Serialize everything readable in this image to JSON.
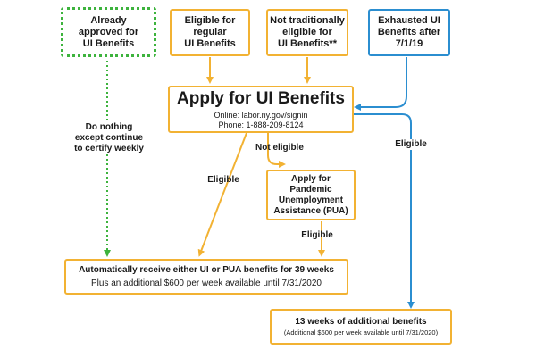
{
  "boxes": {
    "already_approved": "Already\napproved for\nUI Benefits",
    "eligible_regular": "Eligible for\nregular\nUI Benefits",
    "not_traditionally": "Not traditionally\neligible for\nUI Benefits**",
    "exhausted": "Exhausted UI\nBenefits after\n7/1/19",
    "apply": {
      "title": "Apply for UI Benefits",
      "online": "Online: labor.ny.gov/signin",
      "phone": "Phone: 1-888-209-8124"
    },
    "pua": "Apply for\nPandemic\nUnemployment\nAssistance (PUA)",
    "auto_receive": {
      "main": "Automatically receive either UI or PUA benefits for 39 weeks",
      "sub": "Plus an additional $600 per week available until 7/31/2020"
    },
    "additional": {
      "main": "13 weeks of additional benefits",
      "sub": "(Additional $600 per week available until 7/31/2020)"
    }
  },
  "labels": {
    "do_nothing": "Do nothing\nexcept continue\nto certify weekly",
    "eligible_left": "Eligible",
    "not_eligible": "Not eligible",
    "eligible_pua": "Eligible",
    "eligible_right": "Eligible"
  },
  "colors": {
    "green": "#3db33d",
    "orange": "#f2b233",
    "blue": "#2b8ed0",
    "text": "#1a1a1a"
  }
}
